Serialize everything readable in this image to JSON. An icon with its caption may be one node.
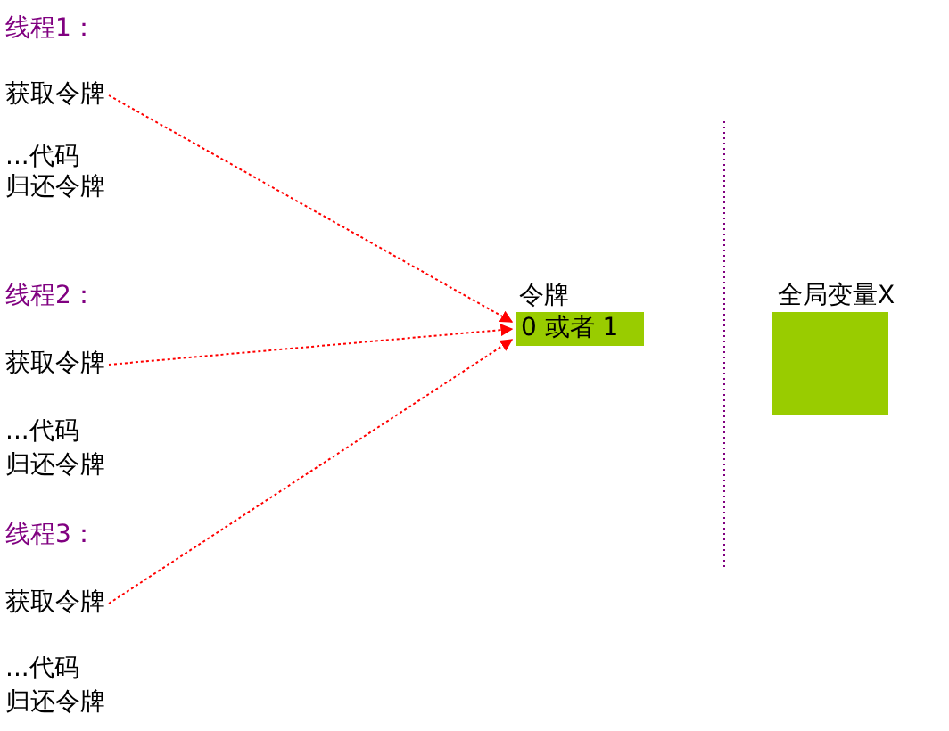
{
  "diagram": {
    "nodes": [
      {
        "text": [
          "获取令牌"
        ]
      },
      {
        "text": [
          "获取令牌"
        ]
      },
      {
        "text": [
          "获取令牌"
        ]
      },
      {
        "text": [
          "令牌",
          "0 或者 1"
        ]
      },
      {
        "text": [
          "全局变量X"
        ]
      }
    ],
    "edges": [
      {
        "from": 0,
        "to": 3,
        "arrow": "to",
        "style": "dashed"
      },
      {
        "from": 1,
        "to": 3,
        "arrow": "to",
        "style": "dashed"
      },
      {
        "from": 2,
        "to": 3,
        "arrow": "to",
        "style": "dashed"
      }
    ],
    "labels": [
      "线程1：",
      "...代码",
      "归还令牌",
      "线程2：",
      "...代码",
      "归还令牌",
      "线程3：",
      "...代码",
      "归还令牌"
    ]
  }
}
